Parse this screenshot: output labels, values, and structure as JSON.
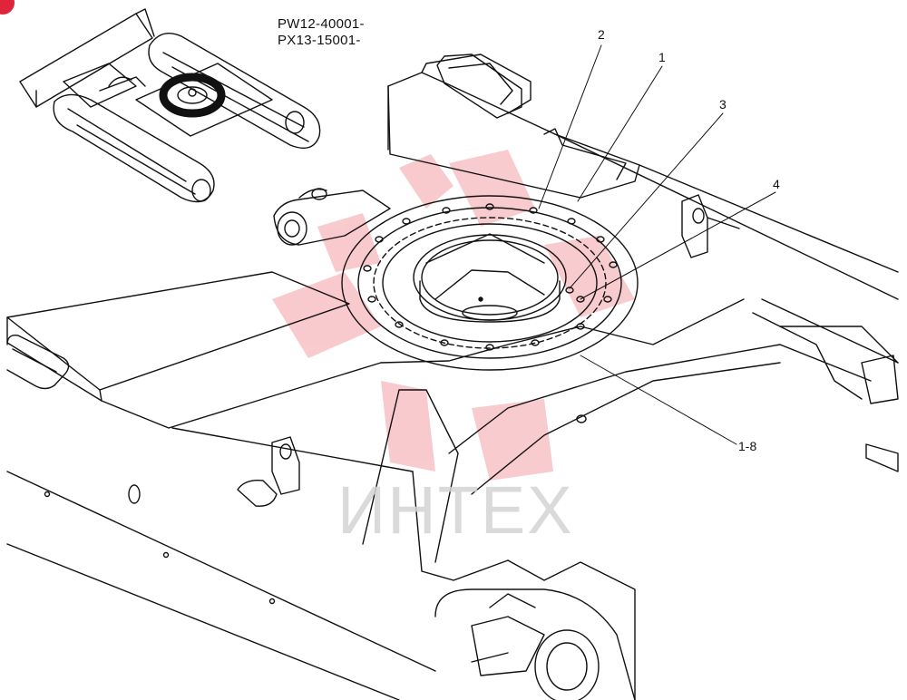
{
  "serials": {
    "line1": "PW12-40001-",
    "line2": "PX13-15001-"
  },
  "callouts": {
    "c1": "1",
    "c2": "2",
    "c3": "3",
    "c4": "4",
    "c18": "1-8"
  },
  "watermark": {
    "text": "ИНТЕХ"
  },
  "colors": {
    "line": "#111111",
    "watermark_logo": "#f3a0a6",
    "watermark_text": "#d4d4d4",
    "corner_mark": "#e0243a"
  }
}
